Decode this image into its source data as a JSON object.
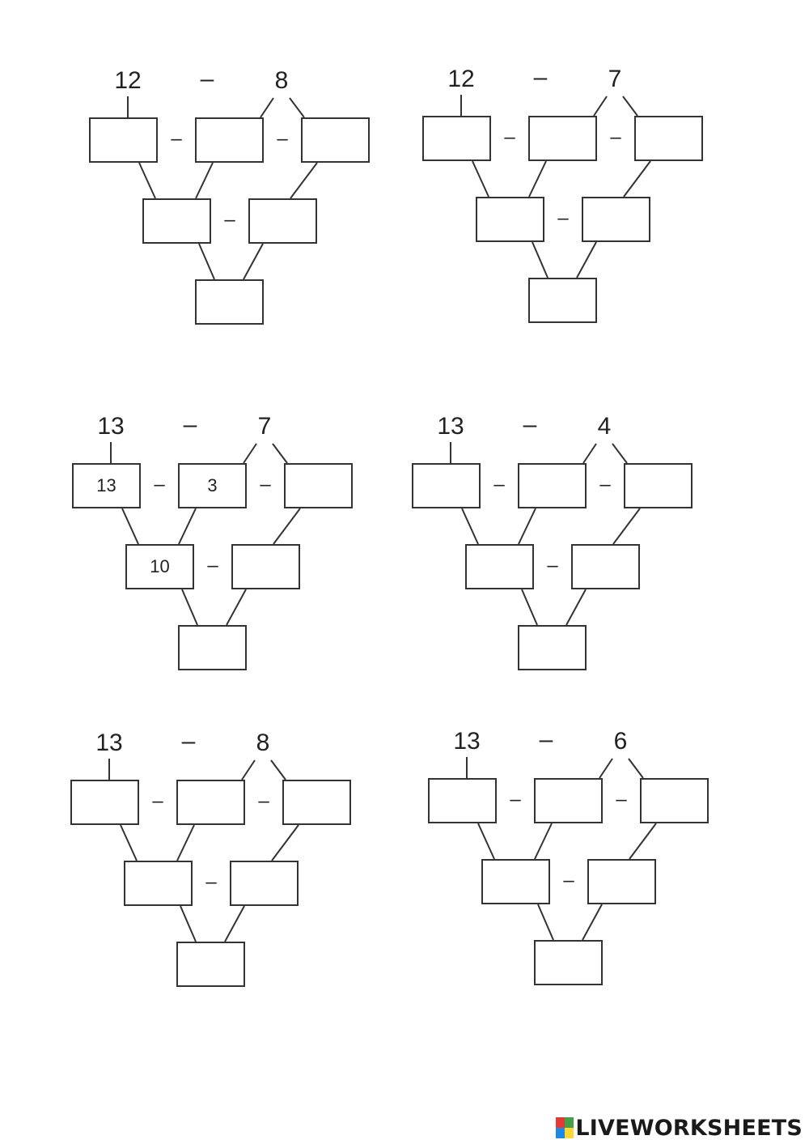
{
  "problems": [
    {
      "minuend": "12",
      "minus": "–",
      "subtrahend": "8",
      "inner_minus": "–",
      "boxes": [
        "",
        "",
        "",
        "",
        "",
        ""
      ]
    },
    {
      "minuend": "12",
      "minus": "–",
      "subtrahend": "7",
      "inner_minus": "–",
      "boxes": [
        "",
        "",
        "",
        "",
        "",
        ""
      ]
    },
    {
      "minuend": "13",
      "minus": "–",
      "subtrahend": "7",
      "inner_minus": "–",
      "boxes": [
        "13",
        "3",
        "",
        "10",
        "",
        ""
      ]
    },
    {
      "minuend": "13",
      "minus": "–",
      "subtrahend": "4",
      "inner_minus": "–",
      "boxes": [
        "",
        "",
        "",
        "",
        "",
        ""
      ]
    },
    {
      "minuend": "13",
      "minus": "–",
      "subtrahend": "8",
      "inner_minus": "–",
      "boxes": [
        "",
        "",
        "",
        "",
        "",
        ""
      ]
    },
    {
      "minuend": "13",
      "minus": "–",
      "subtrahend": "6",
      "inner_minus": "–",
      "boxes": [
        "",
        "",
        "",
        "",
        "",
        ""
      ]
    }
  ],
  "footer": {
    "brand": "LIVEWORKSHEETS",
    "logo_colors": [
      "#e53935",
      "#43a047",
      "#1e88e5",
      "#fdd835"
    ]
  }
}
